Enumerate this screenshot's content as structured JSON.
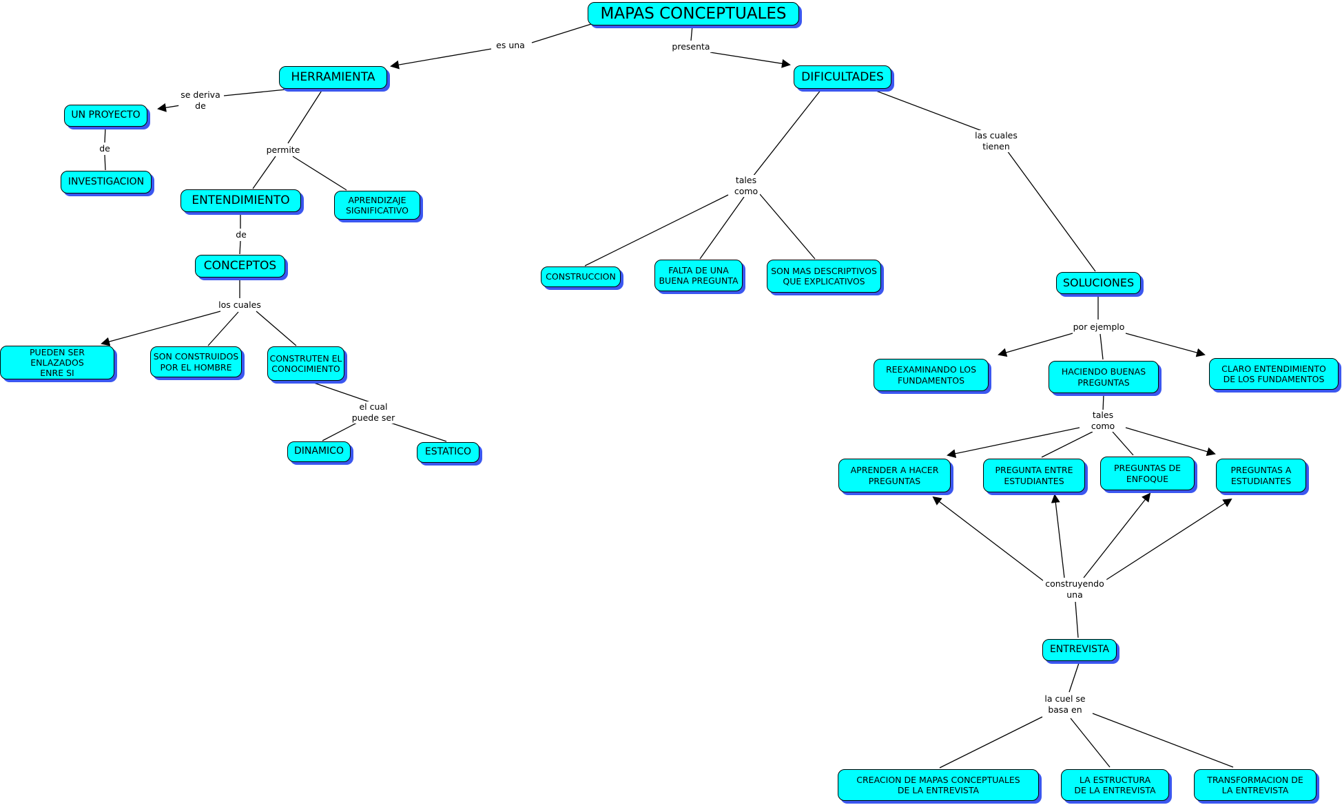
{
  "colors": {
    "background": "#ffffff",
    "node_fill": "#00ffff",
    "node_border": "#000000",
    "node_shadow": "#3b57f0",
    "line": "#000000"
  },
  "nodes": [
    {
      "id": "mapas-conceptuales",
      "label": "MAPAS CONCEPTUALES"
    },
    {
      "id": "herramienta",
      "label": "HERRAMIENTA"
    },
    {
      "id": "un-proyecto",
      "label": "UN PROYECTO"
    },
    {
      "id": "investigacion",
      "label": "INVESTIGACION"
    },
    {
      "id": "entendimiento",
      "label": "ENTENDIMIENTO"
    },
    {
      "id": "aprendizaje-significativo",
      "label": "APRENDIZAJE\nSIGNIFICATIVO"
    },
    {
      "id": "conceptos",
      "label": "CONCEPTOS"
    },
    {
      "id": "pueden-ser-enlazados",
      "label": "PUEDEN SER ENLAZADOS\nENRE SI"
    },
    {
      "id": "son-construidos",
      "label": "SON CONSTRUIDOS\nPOR EL HOMBRE"
    },
    {
      "id": "construten-conocimiento",
      "label": "CONSTRUTEN EL\nCONOCIMIENTO"
    },
    {
      "id": "dinamico",
      "label": "DINAMICO"
    },
    {
      "id": "estatico",
      "label": "ESTATICO"
    },
    {
      "id": "dificultades",
      "label": "DIFICULTADES"
    },
    {
      "id": "construccion",
      "label": "CONSTRUCCION"
    },
    {
      "id": "falta-buena-pregunta",
      "label": "FALTA DE UNA\nBUENA PREGUNTA"
    },
    {
      "id": "son-mas-descriptivos",
      "label": "SON MAS DESCRIPTIVOS\nQUE EXPLICATIVOS"
    },
    {
      "id": "soluciones",
      "label": "SOLUCIONES"
    },
    {
      "id": "reexaminando-fundamentos",
      "label": "REEXAMINANDO LOS\nFUNDAMENTOS"
    },
    {
      "id": "haciendo-buenas-preguntas",
      "label": "HACIENDO BUENAS\nPREGUNTAS"
    },
    {
      "id": "claro-entendimiento",
      "label": "CLARO ENTENDIMIENTO\nDE LOS FUNDAMENTOS"
    },
    {
      "id": "aprender-a-hacer-preguntas",
      "label": "APRENDER A HACER\nPREGUNTAS"
    },
    {
      "id": "pregunta-entre-estudiantes",
      "label": "PREGUNTA ENTRE\nESTUDIANTES"
    },
    {
      "id": "preguntas-de-enfoque",
      "label": "PREGUNTAS DE\nENFOQUE"
    },
    {
      "id": "preguntas-a-estudiantes",
      "label": "PREGUNTAS A\nESTUDIANTES"
    },
    {
      "id": "entrevista",
      "label": "ENTREVISTA"
    },
    {
      "id": "creacion-mapas-entrevista",
      "label": "CREACION DE MAPAS CONCEPTUALES\nDE LA ENTREVISTA"
    },
    {
      "id": "la-estructura-entrevista",
      "label": "LA ESTRUCTURA\nDE LA ENTREVISTA"
    },
    {
      "id": "transformacion-entrevista",
      "label": "TRANSFORMACION DE\nLA ENTREVISTA"
    }
  ],
  "link_labels": [
    {
      "id": "es-una",
      "text": "es una"
    },
    {
      "id": "presenta",
      "text": "presenta"
    },
    {
      "id": "se-deriva-de",
      "text": "se deriva\nde"
    },
    {
      "id": "de-proyecto",
      "text": "de"
    },
    {
      "id": "permite",
      "text": "permite"
    },
    {
      "id": "de-conceptos",
      "text": "de"
    },
    {
      "id": "los-cuales",
      "text": "los cuales"
    },
    {
      "id": "el-cual-puede-ser",
      "text": "el cual\npuede ser"
    },
    {
      "id": "tales-como-dificultades",
      "text": "tales\ncomo"
    },
    {
      "id": "las-cuales-tienen",
      "text": "las cuales\ntienen"
    },
    {
      "id": "por-ejemplo",
      "text": "por ejemplo"
    },
    {
      "id": "tales-como-preguntas",
      "text": "tales\ncomo"
    },
    {
      "id": "construyendo-una",
      "text": "construyendo\nuna"
    },
    {
      "id": "la-cuel-se-basa-en",
      "text": "la cuel se\nbasa en"
    }
  ]
}
